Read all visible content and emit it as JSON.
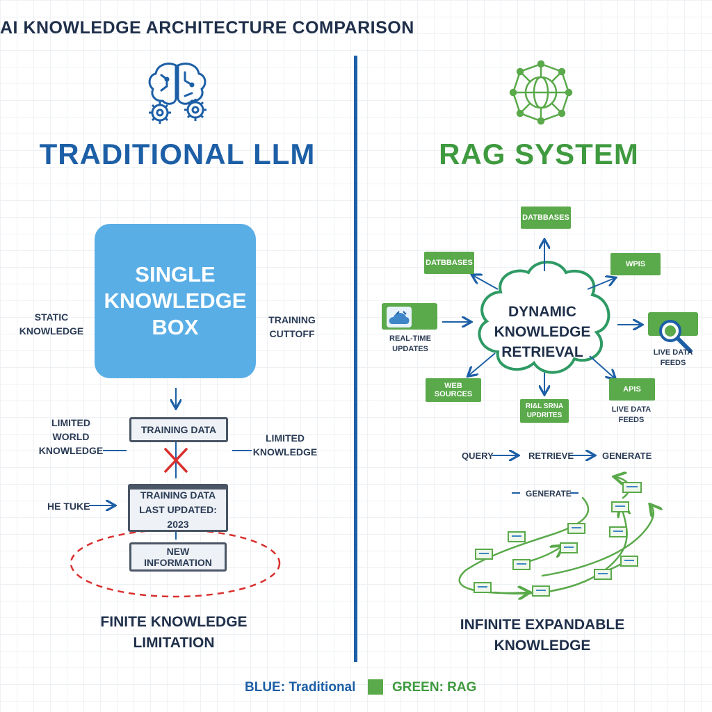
{
  "title": "AI KNOWLEDGE ARCHITECTURE COMPARISON",
  "left": {
    "heading": "TRADITIONAL LLM",
    "box_text": "SINGLE\nKNOWLEDGE\nBOX",
    "static_knowledge": "STATIC\nKNOWLEDGE",
    "training_cutoff": "TRAINING\nCUTTOFF",
    "limited_world": "LIMITED\nWORLD\nKNOWLEDGE",
    "limited_knowledge": "LIMITED\nKNOWLEDGE",
    "training_data": "TRAINING DATA",
    "training_data_updated": "TRAINING DATA\nLAST UPDATED: 2023",
    "he_tuke": "HE TUKE",
    "new_information": "NEW INFORMATION",
    "caption": "FINITE KNOWLEDGE\nLIMITATION"
  },
  "right": {
    "heading": "RAG SYSTEM",
    "cloud": "DYNAMIC\nKNOWLEDGE\nRETRIEVAL",
    "databases_top": "DATBBASES",
    "databases_left": "DATBBASES",
    "wpis": "WPIS",
    "real_time": "REAL-TIME\nUPDATES",
    "live_feeds_top": "LIVE DATA\nFEEDS",
    "web_sources": "WEB SOURCES",
    "apis": "APIS",
    "rial_srna": "RI&L SRNA\nUPDRITES",
    "live_feeds_bottom": "LIVE DATA\nFEEDS",
    "flow": [
      "QUERY",
      "RETRIEVE",
      "GENERATE"
    ],
    "generate_label": "GENERATE",
    "caption": "INFINITE EXPANDABLE\nKNOWLEDGE"
  },
  "legend": {
    "blue": "BLUE: Traditional",
    "green": "GREEN: RAG"
  },
  "colors": {
    "blue": "#1d5fa6",
    "light_blue": "#5aaee6",
    "green": "#5aa94a",
    "red": "#d9302f"
  },
  "icons": [
    "brain-icon",
    "gear-icon",
    "network-globe-icon",
    "cloud-icon",
    "magnifier-icon"
  ]
}
